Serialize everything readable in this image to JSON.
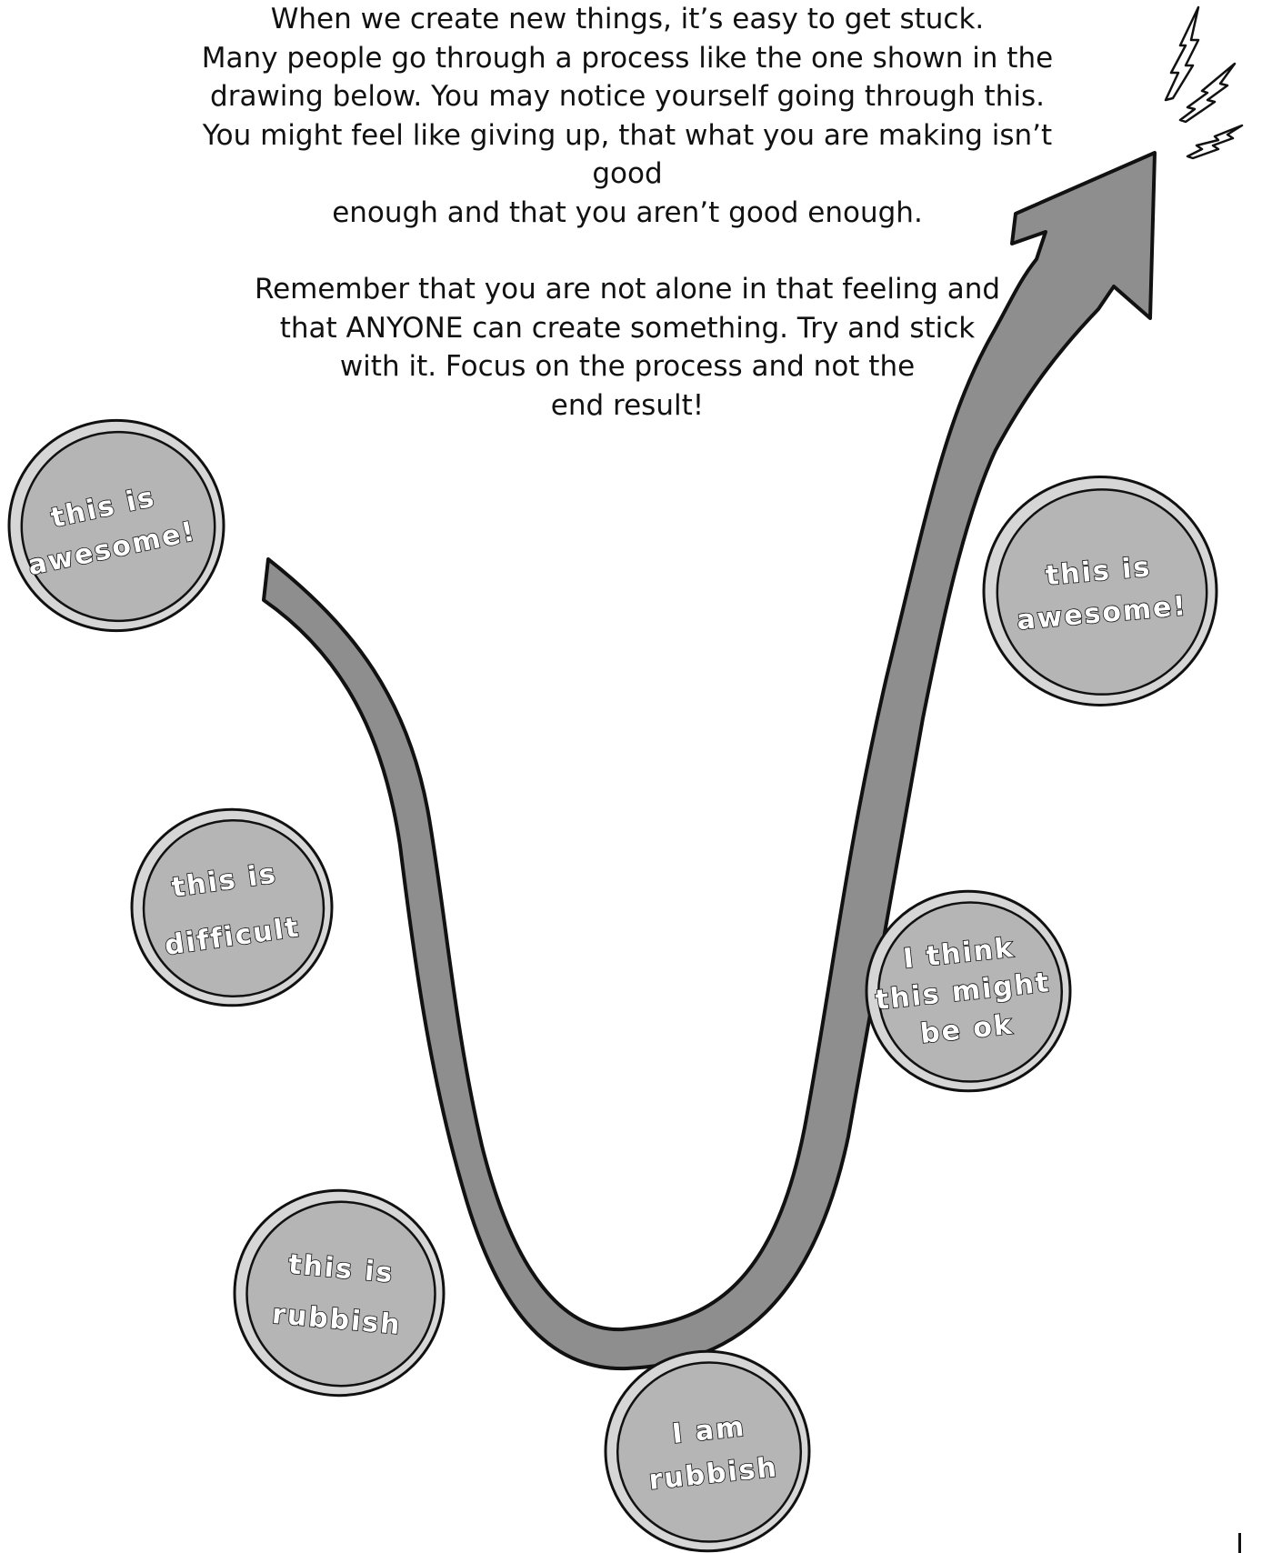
{
  "intro": {
    "paragraph1": [
      "When we create new things, it’s easy to get stuck.",
      "Many people go through a process like the one shown in the",
      "drawing below. You may notice yourself going through this.",
      "You might feel like giving up, that what you are making isn’t good",
      "enough and that you aren’t good enough."
    ],
    "paragraph2": [
      "Remember that you are not alone in that feeling and",
      "that ANYONE can create something. Try and stick",
      "with it. Focus on the process and not the",
      "end result!"
    ]
  },
  "bubbles": [
    {
      "id": "start",
      "lines": [
        "this is",
        "awesome!"
      ]
    },
    {
      "id": "difficult",
      "lines": [
        "this is",
        "difficult"
      ]
    },
    {
      "id": "rubbish-work",
      "lines": [
        "this is",
        "rubbish"
      ]
    },
    {
      "id": "rubbish-self",
      "lines": [
        "I am",
        "rubbish"
      ]
    },
    {
      "id": "might-be-ok",
      "lines": [
        "I think",
        "this might",
        "be ok"
      ]
    },
    {
      "id": "end",
      "lines": [
        "this is",
        "awesome!"
      ]
    }
  ],
  "colors": {
    "arrow_fill": "#8e8e8e",
    "bubble_inner": "#b5b5b5",
    "bubble_ring": "#d6d6d6",
    "outline": "#111111",
    "spark": "#d9d9d9"
  },
  "icons": [
    "spark-icon",
    "spark-icon",
    "spark-icon"
  ]
}
